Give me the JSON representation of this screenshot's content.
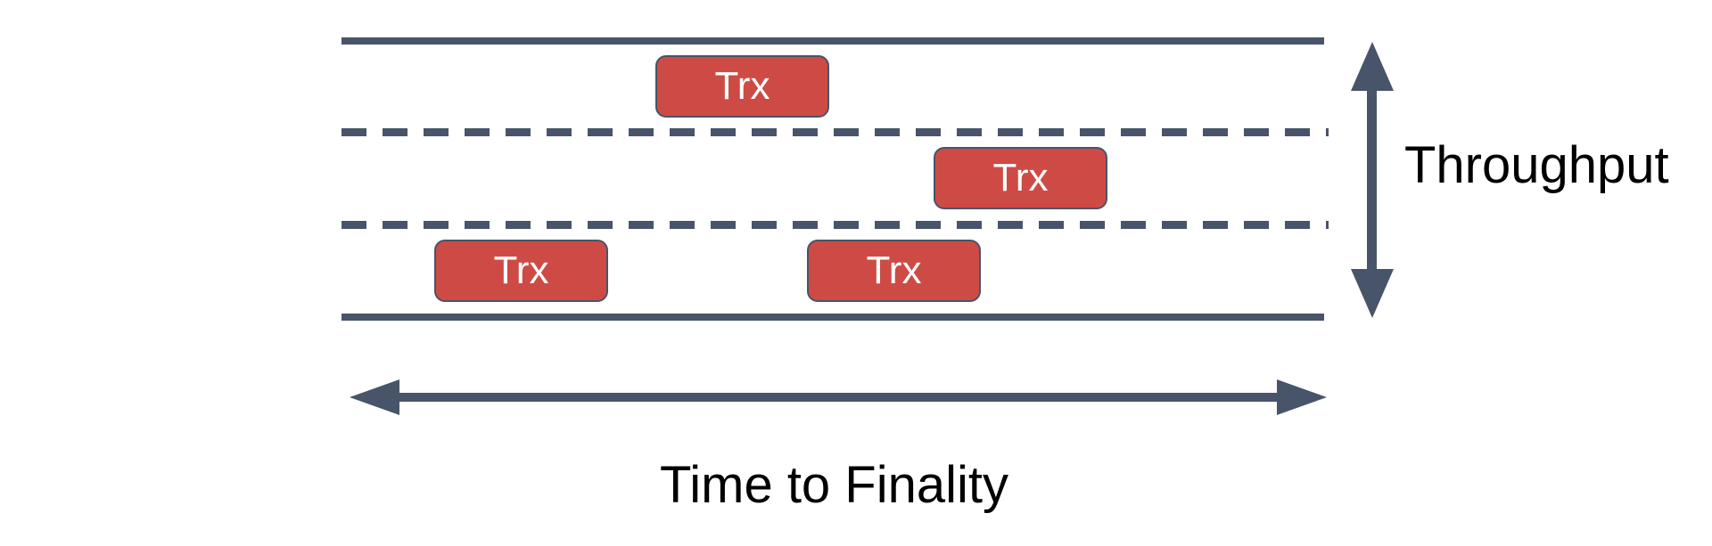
{
  "colors": {
    "ink": "#485469",
    "box_fill": "#ce4b45",
    "box_border": "#485469",
    "box_text": "#ffffff",
    "label_text": "#000000",
    "background": "#ffffff"
  },
  "diagram": {
    "lanes": 3,
    "transactions": [
      {
        "label": "Trx",
        "lane": "top"
      },
      {
        "label": "Trx",
        "lane": "middle"
      },
      {
        "label": "Trx",
        "lane": "bottom"
      },
      {
        "label": "Trx",
        "lane": "bottom"
      }
    ],
    "vertical_axis_label": "Throughput",
    "horizontal_axis_label": "Time to Finality"
  }
}
